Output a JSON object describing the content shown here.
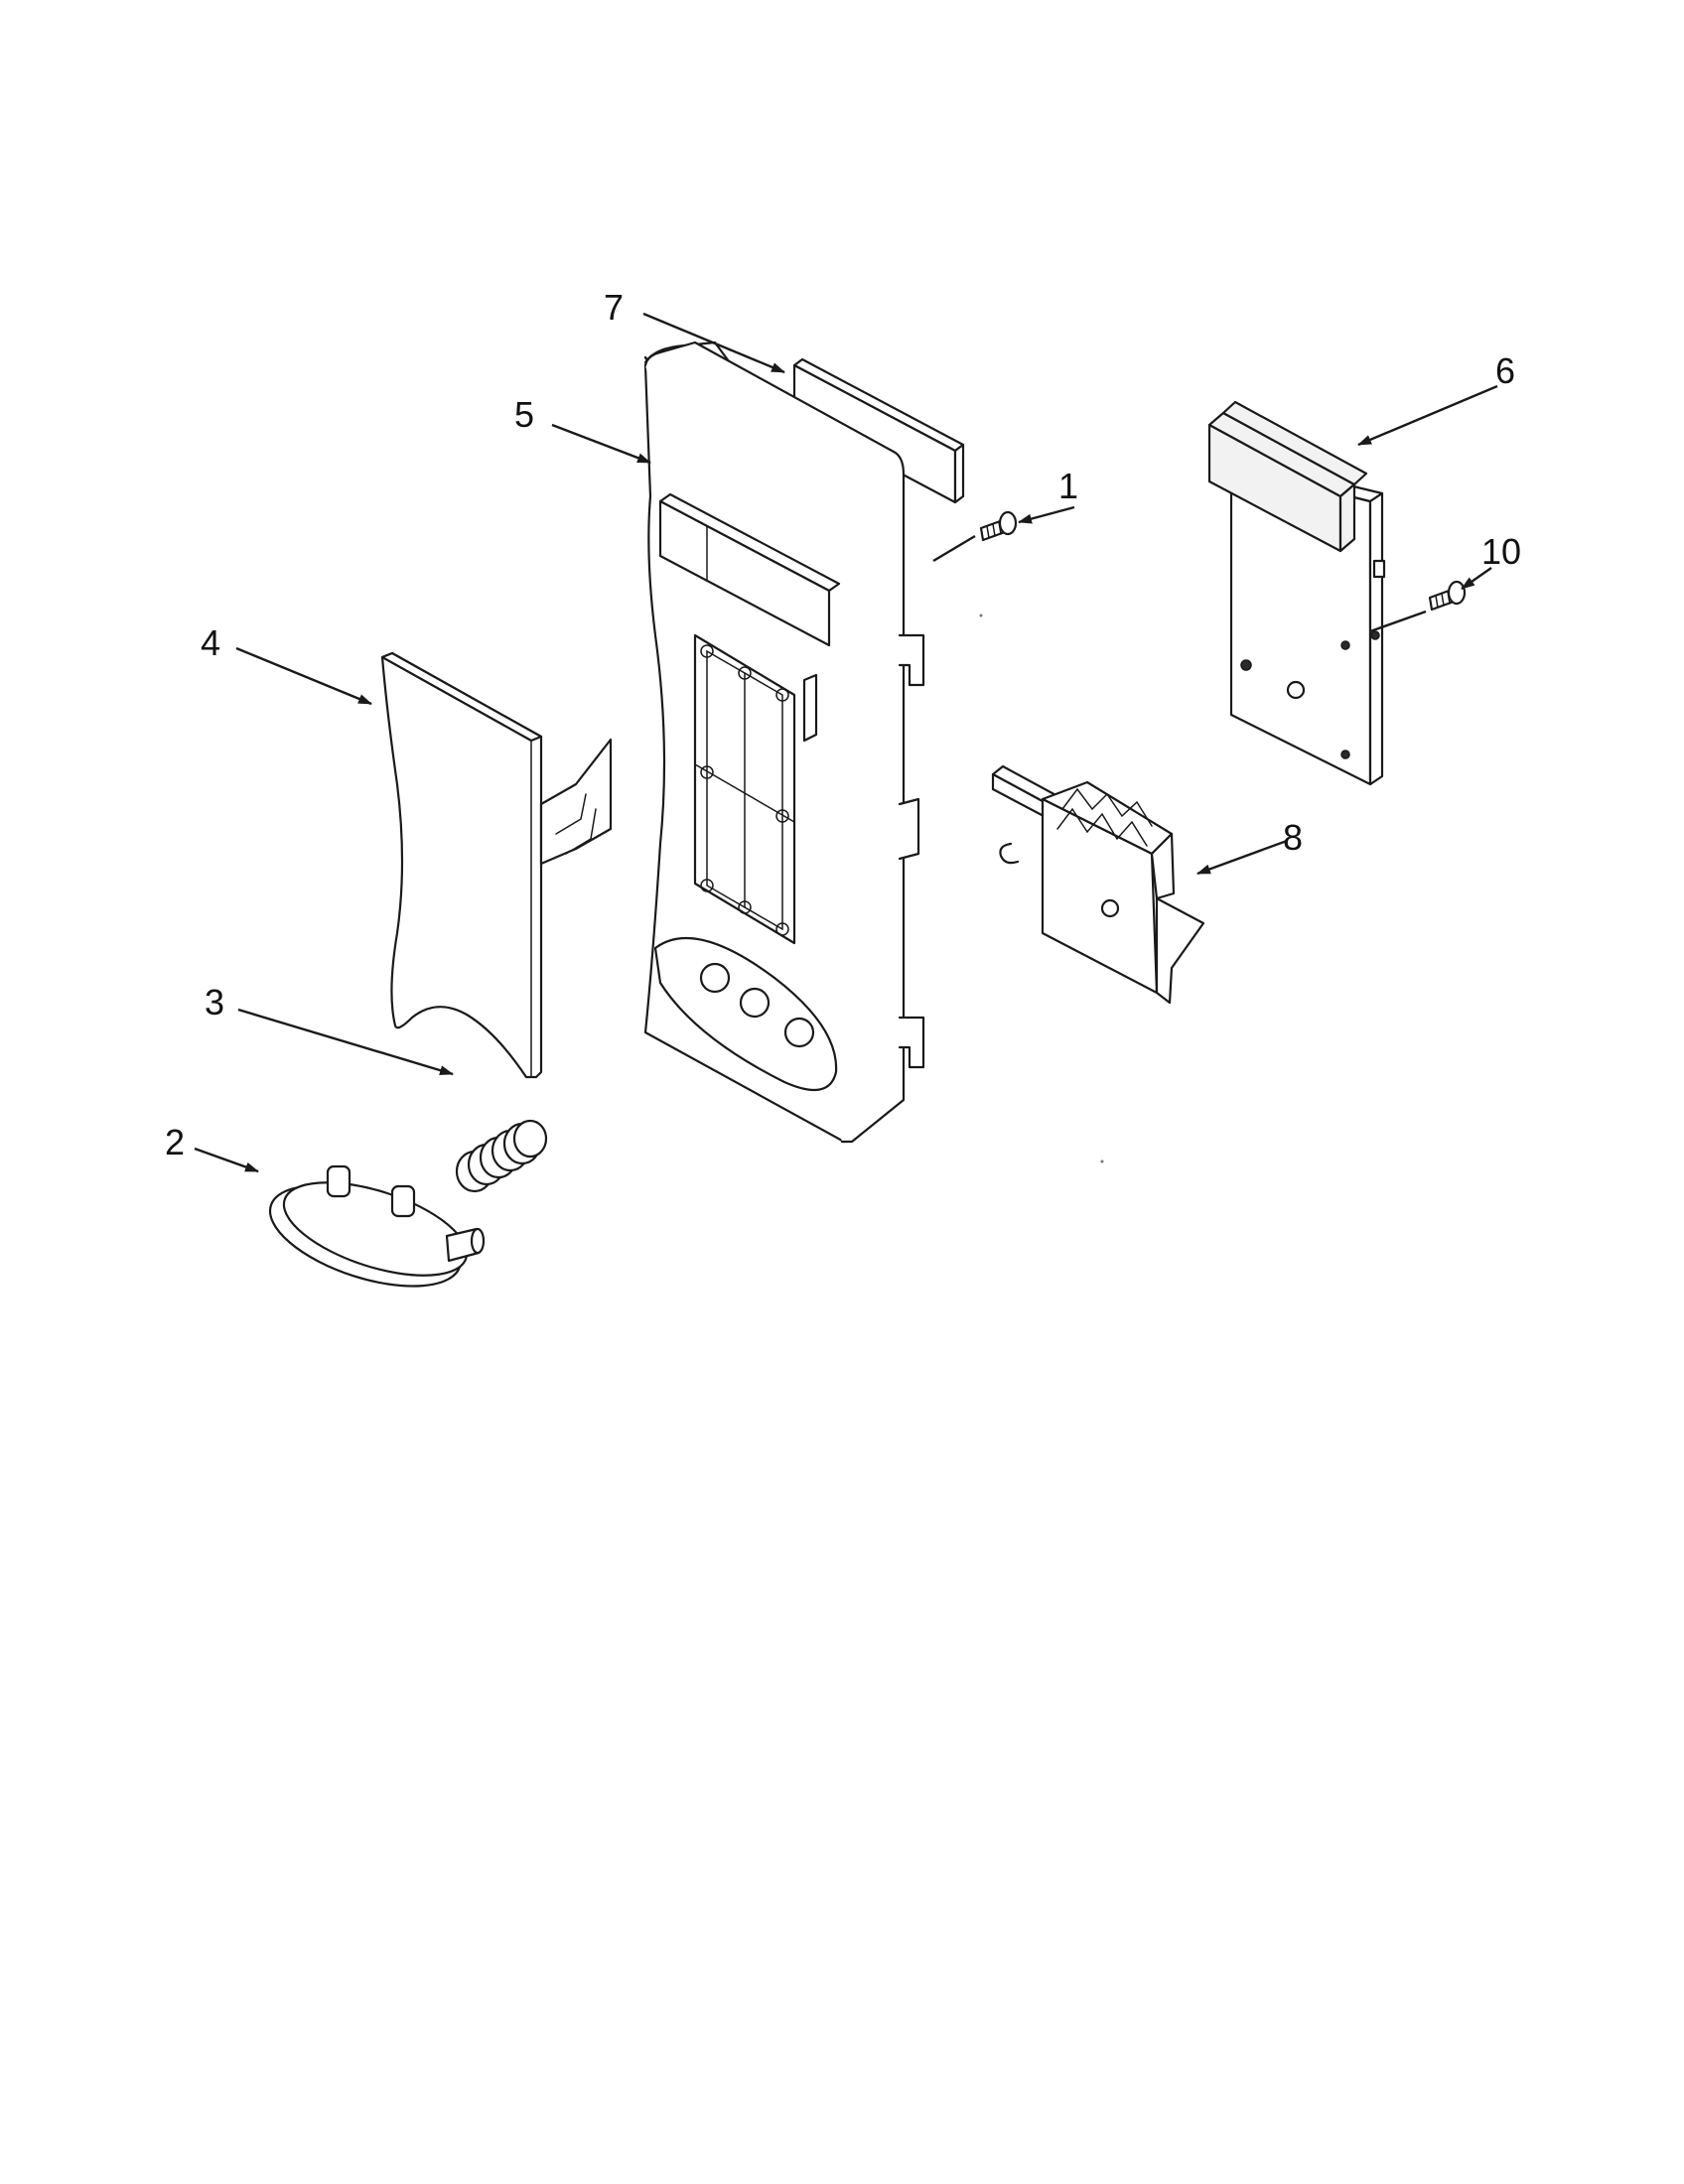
{
  "callouts": [
    {
      "id": "1",
      "label": "1"
    },
    {
      "id": "2",
      "label": "2"
    },
    {
      "id": "3",
      "label": "3"
    },
    {
      "id": "4",
      "label": "4"
    },
    {
      "id": "5",
      "label": "5"
    },
    {
      "id": "6",
      "label": "6"
    },
    {
      "id": "7",
      "label": "7"
    },
    {
      "id": "8",
      "label": "8"
    },
    {
      "id": "10",
      "label": "10"
    }
  ],
  "colors": {
    "line": "#1a1a1a",
    "background": "#ffffff",
    "shade": "#f2f2f2"
  }
}
